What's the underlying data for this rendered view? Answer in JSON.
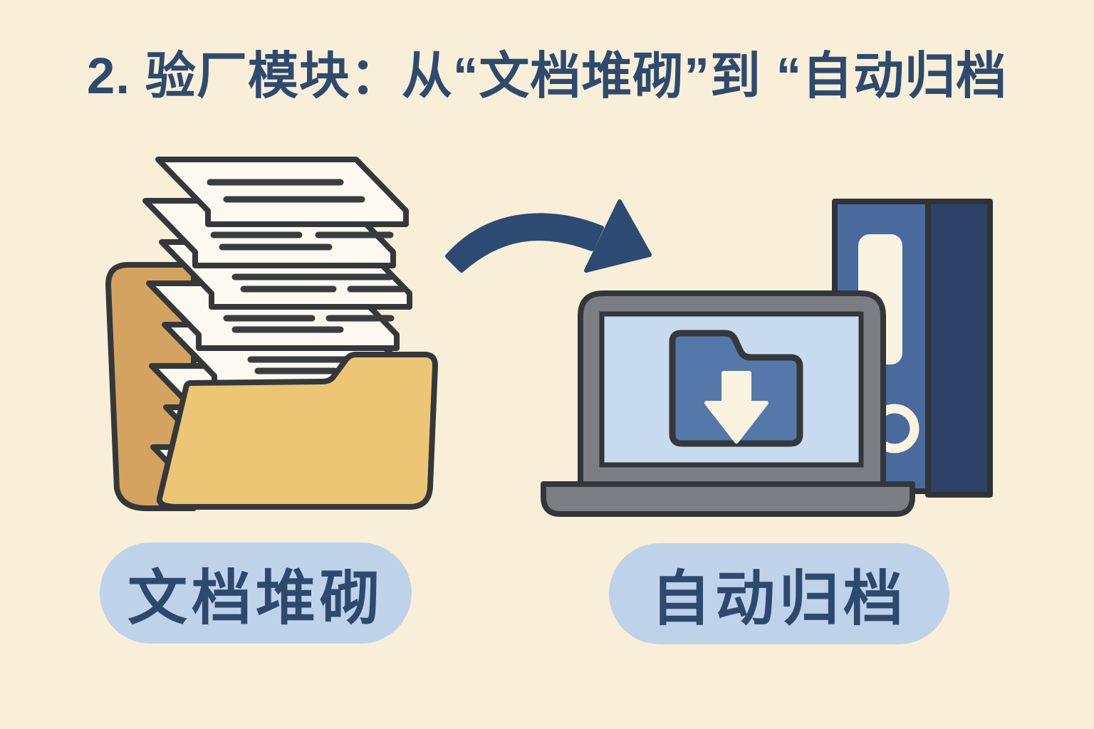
{
  "title": "2. 验厂模块：从“文档堆砌”到 “自动归档",
  "labels": {
    "left": "文档堆砌",
    "right": "自动归档"
  },
  "icons": {
    "paper_stack": "stack-of-documents-icon",
    "open_folder": "open-manila-folder-icon",
    "arrow": "curved-right-arrow-icon",
    "laptop": "laptop-icon",
    "download_folder": "folder-download-icon",
    "binders": "archive-binder-icons"
  },
  "palette": {
    "background": "#f9efd8",
    "title_text": "#2e4a6e",
    "pill_background": "#bed3e9",
    "pill_text": "#2d4a6e",
    "outline_dark": "#35383b",
    "paper_white": "#fcf9f0",
    "folder_back_tan": "#d3a35f",
    "folder_front_yellow": "#ecc675",
    "arrow_navy": "#2c4a72",
    "laptop_gray": "#7b7e82",
    "screen_light_blue": "#c7daee",
    "screen_folder_blue": "#5578ab",
    "cream_accent": "#faf3df",
    "binder_medium_blue": "#4a6a9e",
    "binder_dark_navy": "#2e4166"
  }
}
